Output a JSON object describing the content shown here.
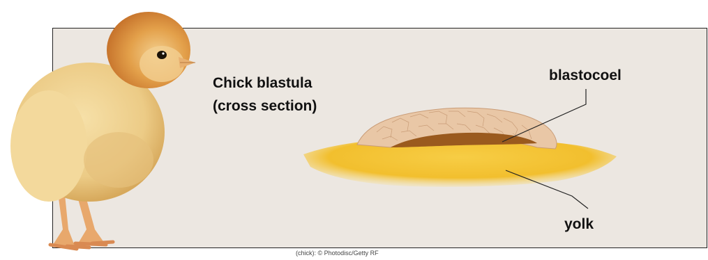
{
  "diagram": {
    "title_line1": "Chick blastula",
    "title_line2": "(cross section)",
    "labels": {
      "blastocoel": "blastocoel",
      "yolk": "yolk"
    },
    "credit": "(chick): © Photodisc/Getty RF"
  },
  "colors": {
    "panel_background": "#ece7e1",
    "yolk": "#f2bf2e",
    "blastoderm": "#e9c7a6",
    "blastocoel": "#9a5a1e",
    "chick_feathers": "#f0d296",
    "chick_head": "#d98a35"
  },
  "icons": {
    "chick": "chick-illustration"
  }
}
